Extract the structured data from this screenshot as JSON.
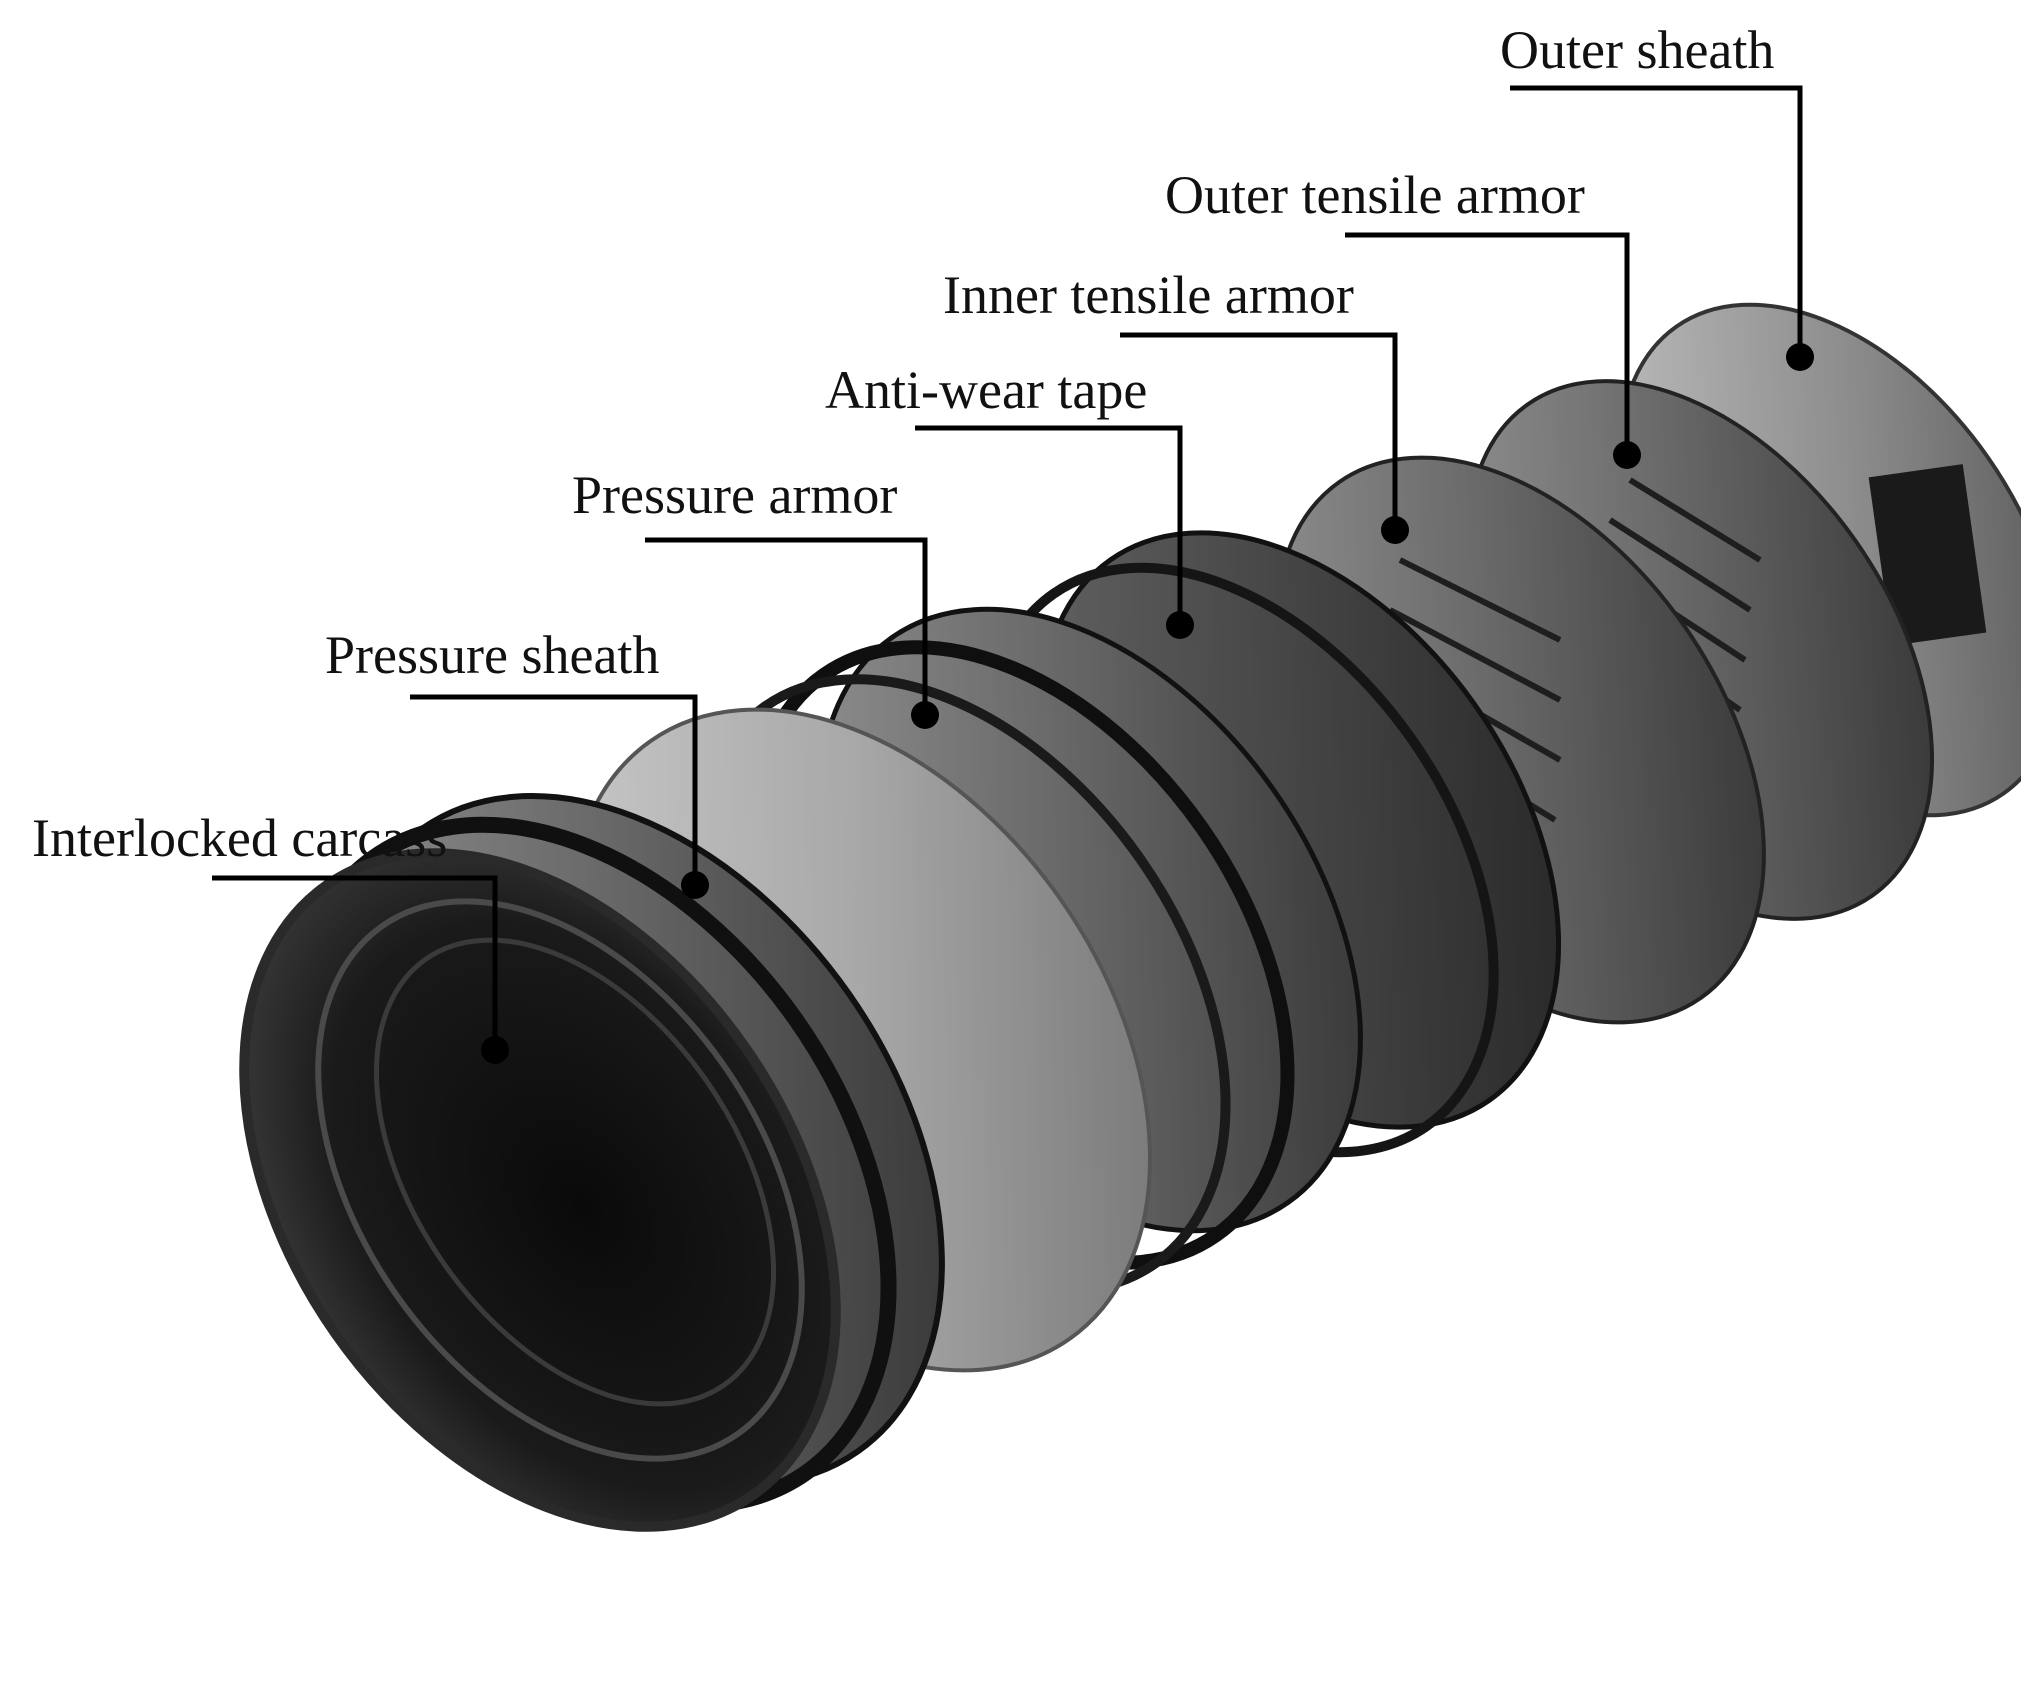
{
  "figure": {
    "labels": {
      "outer_sheath": "Outer sheath",
      "outer_tensile_armor": "Outer tensile armor",
      "inner_tensile_armor": "Inner tensile armor",
      "anti_wear_tape": "Anti-wear tape",
      "pressure_armor": "Pressure armor",
      "pressure_sheath": "Pressure sheath",
      "interlocked_carcass": "Interlocked carcass"
    },
    "colors": {
      "leader_line": "#000000",
      "text": "#111111",
      "background": "#ffffff"
    }
  }
}
